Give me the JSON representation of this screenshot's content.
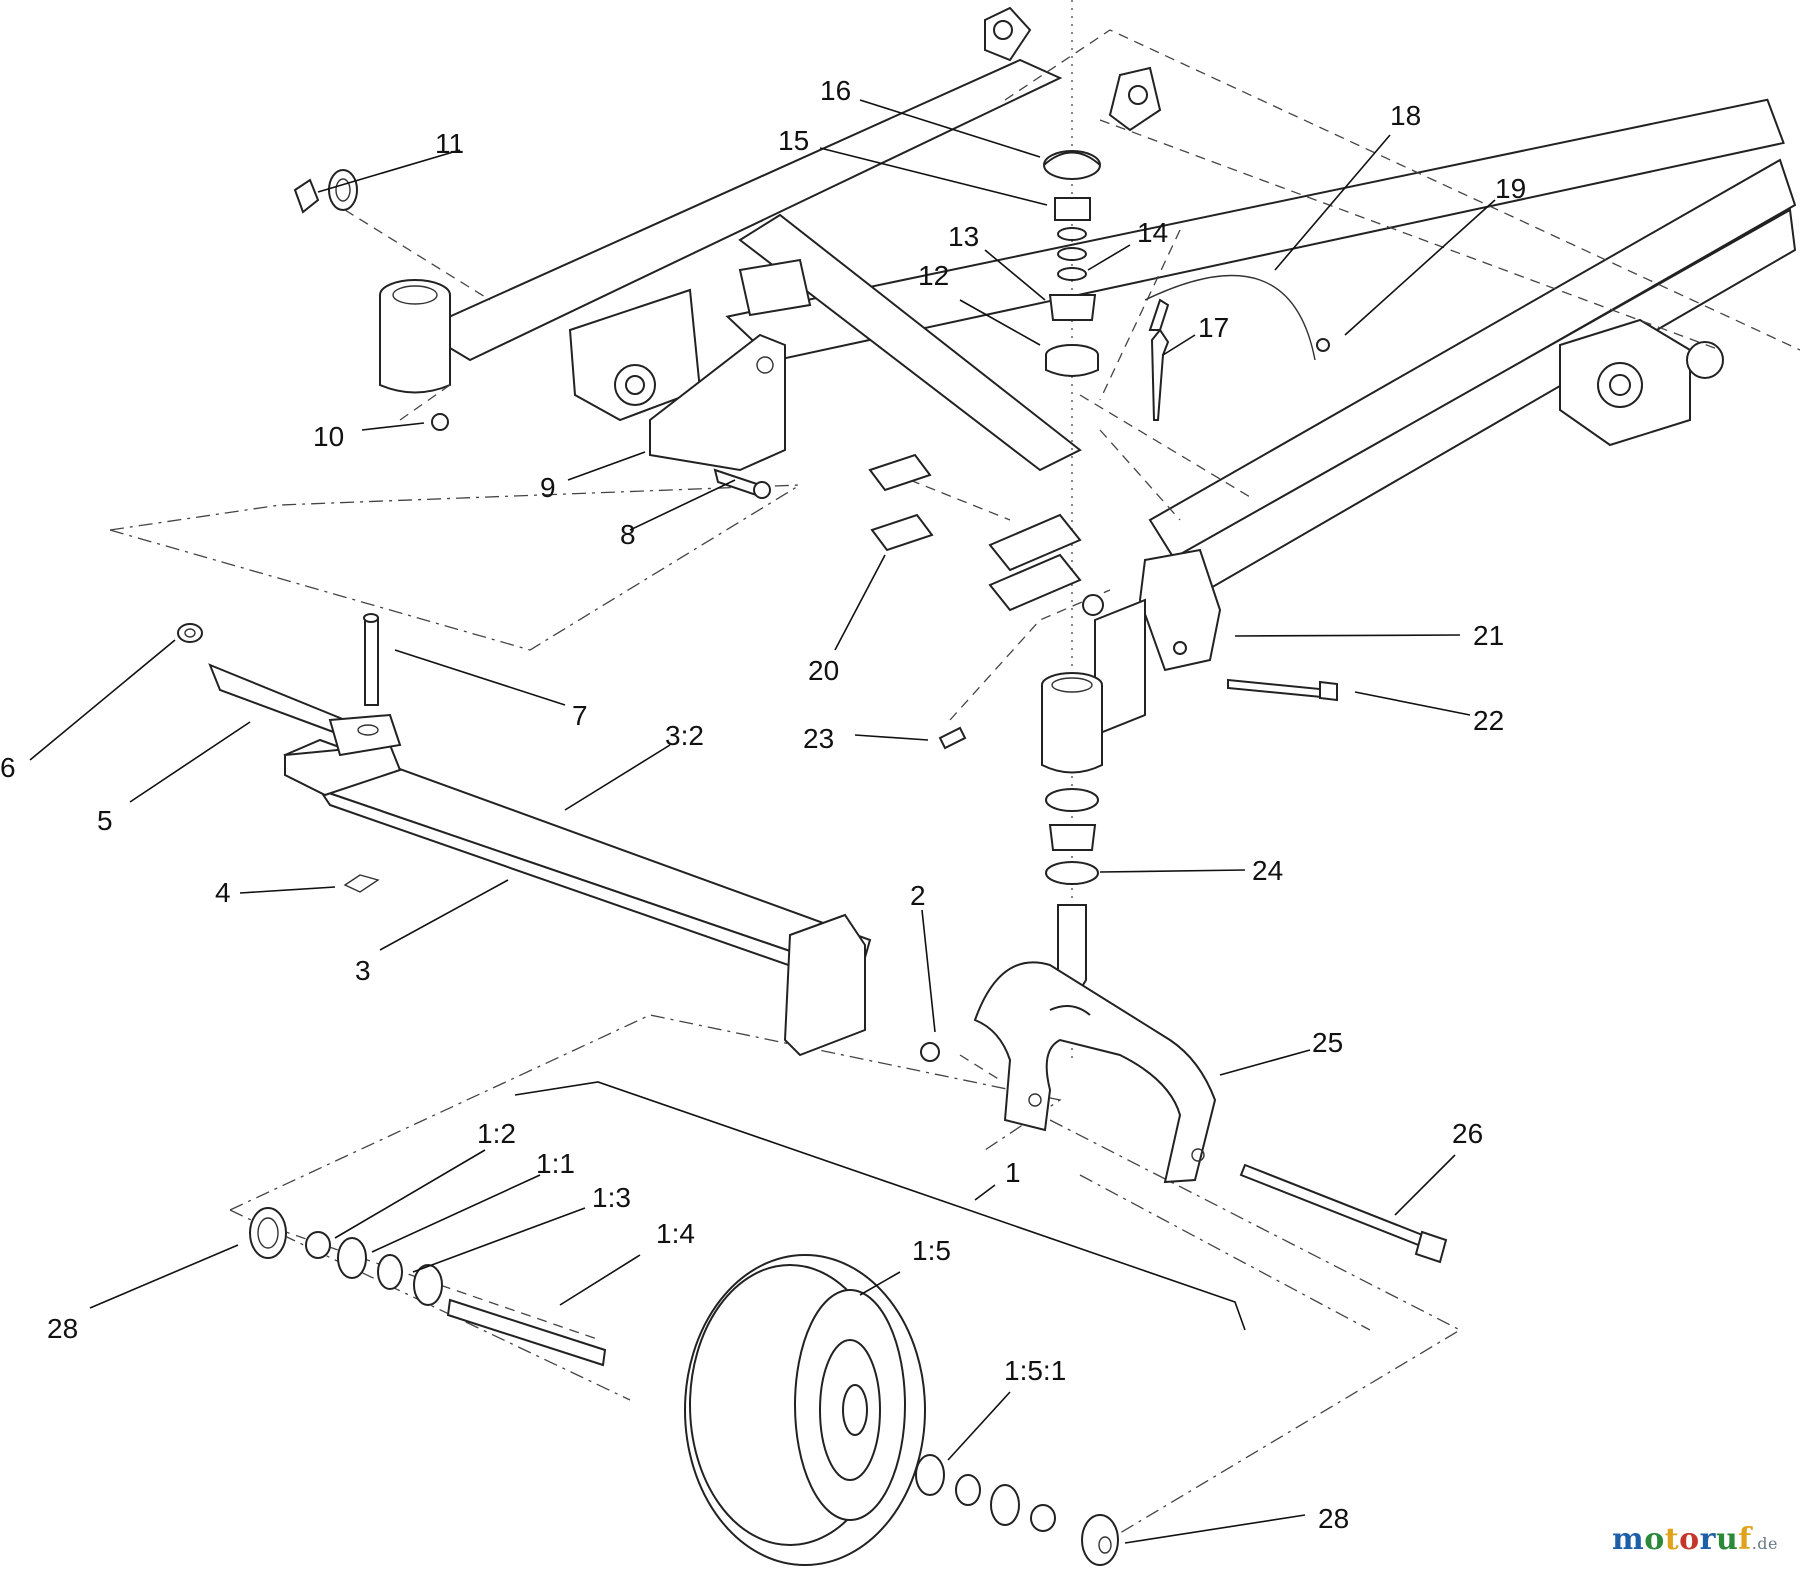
{
  "diagram": {
    "callouts": [
      {
        "id": "c16",
        "text": "16"
      },
      {
        "id": "c15",
        "text": "15"
      },
      {
        "id": "c11",
        "text": "11"
      },
      {
        "id": "c18",
        "text": "18"
      },
      {
        "id": "c19",
        "text": "19"
      },
      {
        "id": "c13",
        "text": "13"
      },
      {
        "id": "c14",
        "text": "14"
      },
      {
        "id": "c12",
        "text": "12"
      },
      {
        "id": "c17",
        "text": "17"
      },
      {
        "id": "c10",
        "text": "10"
      },
      {
        "id": "c9",
        "text": "9"
      },
      {
        "id": "c8",
        "text": "8"
      },
      {
        "id": "c20",
        "text": "20"
      },
      {
        "id": "c21",
        "text": "21"
      },
      {
        "id": "c22",
        "text": "22"
      },
      {
        "id": "c23",
        "text": "23"
      },
      {
        "id": "c7",
        "text": "7"
      },
      {
        "id": "c32",
        "text": "3:2"
      },
      {
        "id": "c6",
        "text": "6"
      },
      {
        "id": "c5",
        "text": "5"
      },
      {
        "id": "c4",
        "text": "4"
      },
      {
        "id": "c3",
        "text": "3"
      },
      {
        "id": "c24",
        "text": "24"
      },
      {
        "id": "c2",
        "text": "2"
      },
      {
        "id": "c25",
        "text": "25"
      },
      {
        "id": "c26",
        "text": "26"
      },
      {
        "id": "c12b",
        "text": "1:2"
      },
      {
        "id": "c11b",
        "text": "1:1"
      },
      {
        "id": "c13b",
        "text": "1:3"
      },
      {
        "id": "c14b",
        "text": "1:4"
      },
      {
        "id": "c1",
        "text": "1"
      },
      {
        "id": "c15b",
        "text": "1:5"
      },
      {
        "id": "c28a",
        "text": "28"
      },
      {
        "id": "c151",
        "text": "1:5:1"
      },
      {
        "id": "c28b",
        "text": "28"
      }
    ]
  },
  "watermark": {
    "letters": [
      "m",
      "o",
      "t",
      "o",
      "r",
      "u",
      "f"
    ],
    "colors": [
      "#1f5fa8",
      "#2a8a3a",
      "#e0a21a",
      "#c4362c",
      "#1f5fa8",
      "#2a8a3a",
      "#e0a21a"
    ],
    "suffix": ".de"
  }
}
